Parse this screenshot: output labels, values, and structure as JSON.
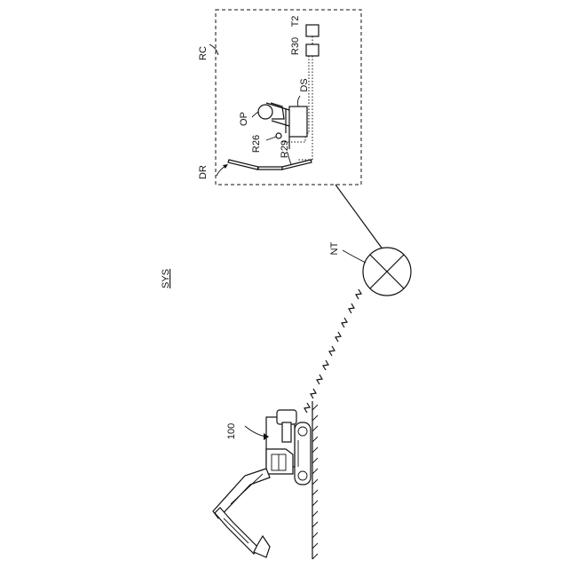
{
  "labels": {
    "sys": "SYS",
    "rc": "RC",
    "t2": "T2",
    "r30": "R30",
    "ds": "DS",
    "op": "OP",
    "r26": "R26",
    "r29": "R29",
    "dr": "DR",
    "nt": "NT",
    "machine": "100"
  },
  "colors": {
    "ink": "#111111",
    "background": "#ffffff"
  }
}
